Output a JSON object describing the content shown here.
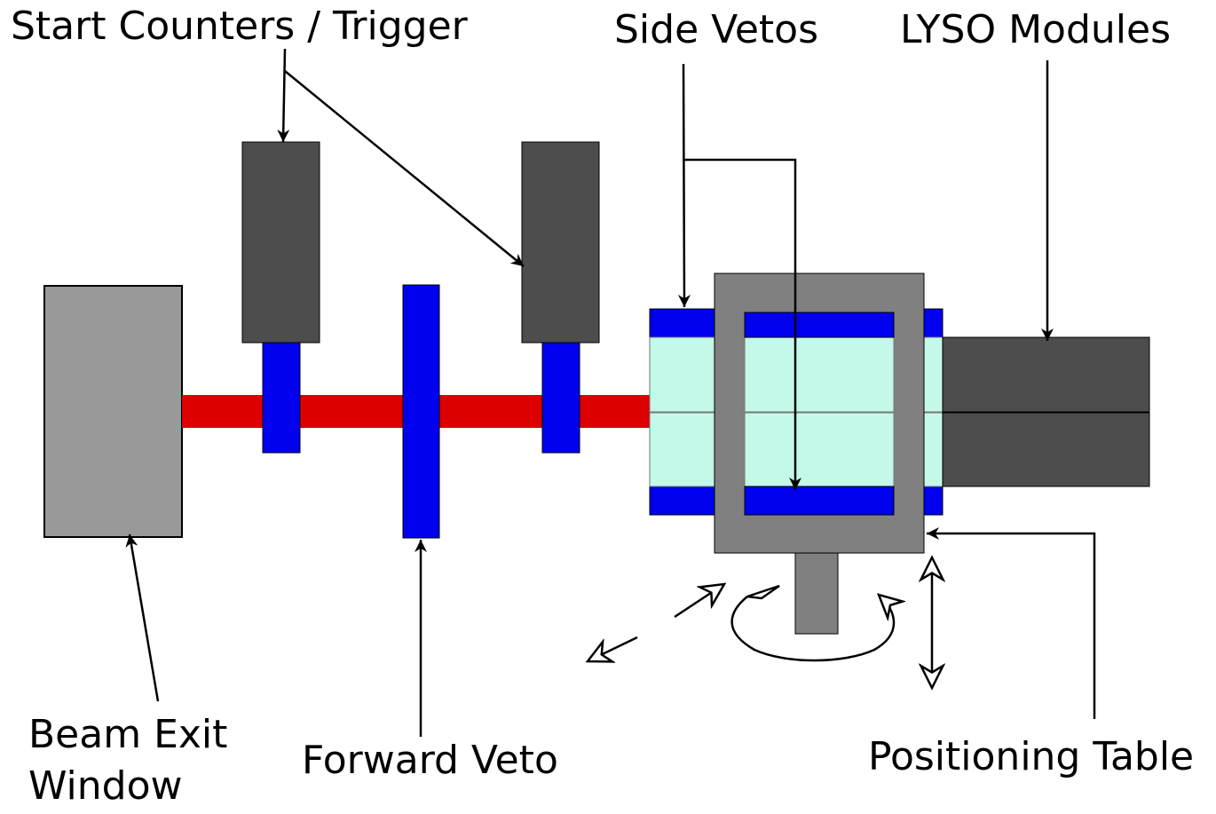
{
  "labels": {
    "start_counters": "Start Counters / Trigger",
    "side_vetos": "Side Vetos",
    "lyso_modules": "LYSO Modules",
    "beam_exit_line1": "Beam Exit",
    "beam_exit_line2": "Window",
    "forward_veto": "Forward Veto",
    "positioning_table": "Positioning Table"
  },
  "colors": {
    "beam": "#dd0000",
    "veto_blue": "#0000ee",
    "dark_gray": "#4d4d4d",
    "window_gray": "#999999",
    "table_gray": "#808080",
    "crystal": "#c4f8e8"
  }
}
